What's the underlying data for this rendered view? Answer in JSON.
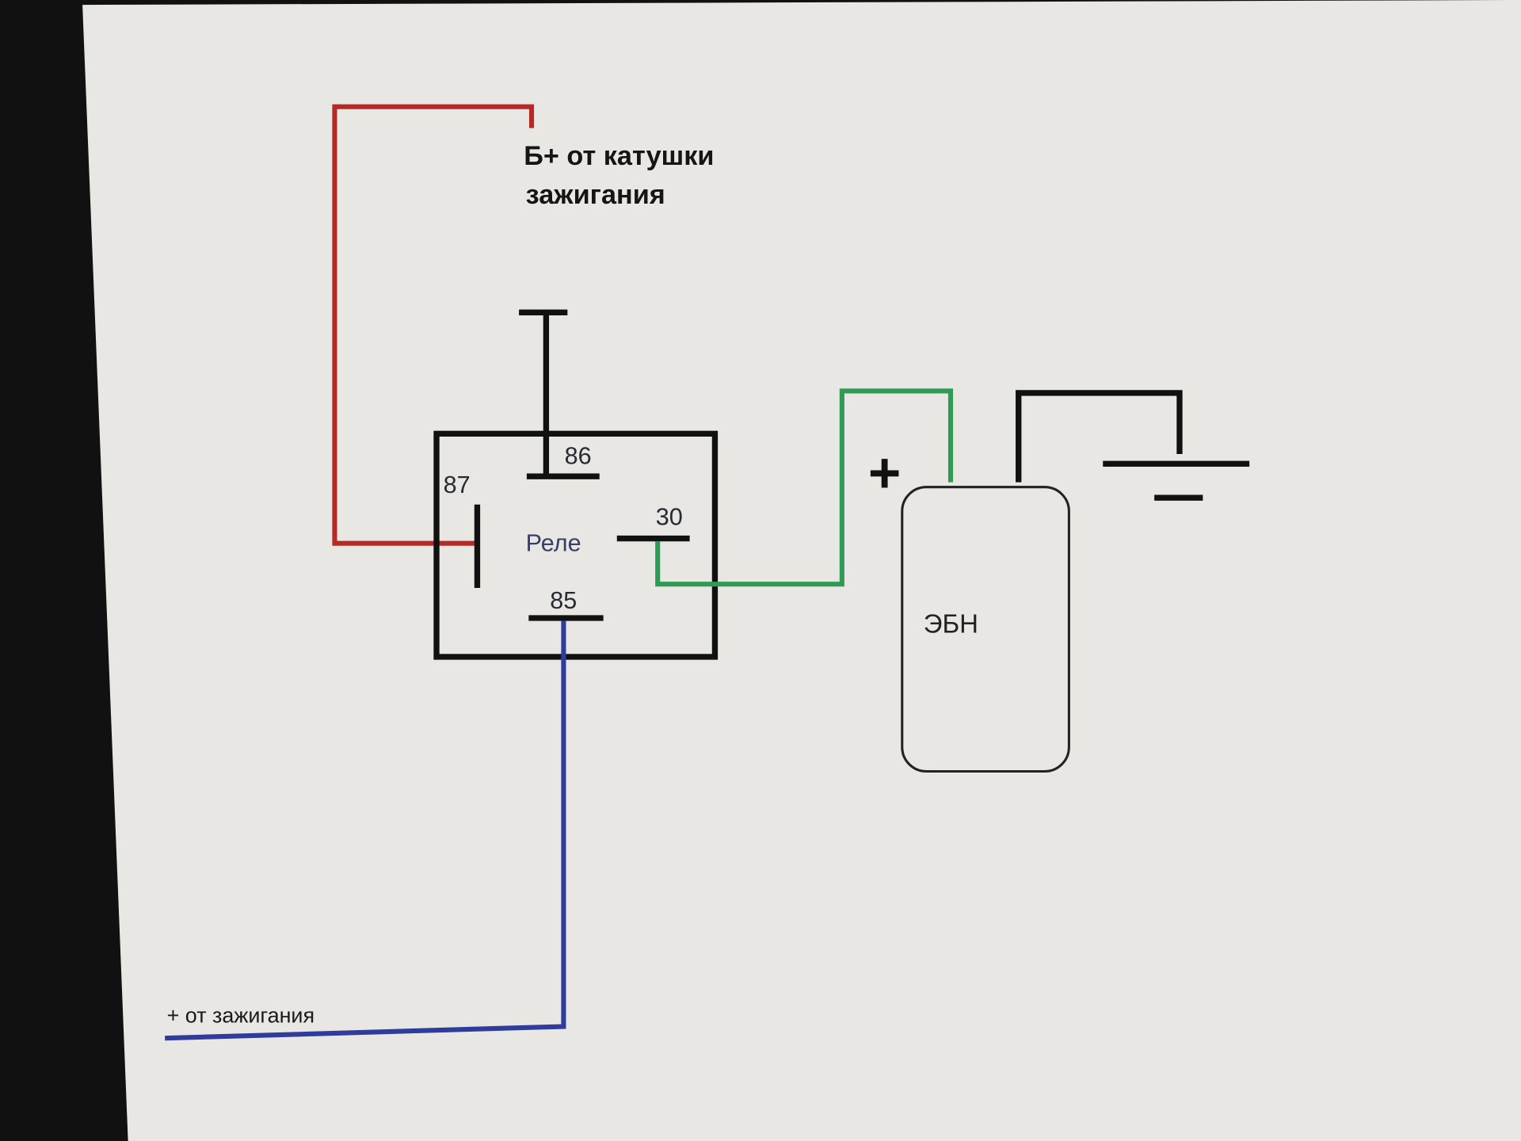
{
  "diagram": {
    "source_label_line1": "Б+ от катушки",
    "source_label_line2": "зажигания",
    "ignition_label": "+ от зажигания",
    "relay": {
      "label": "Реле",
      "pins": {
        "p86": "86",
        "p87": "87",
        "p30": "30",
        "p85": "85"
      }
    },
    "pump": {
      "label": "ЭБН",
      "plus_sign": "+"
    },
    "colors": {
      "red_wire": "#b52a26",
      "green_wire": "#2e9a55",
      "blue_wire": "#2f3c9c",
      "black_wire": "#111111",
      "screen_background": "#e9e7e3"
    }
  }
}
